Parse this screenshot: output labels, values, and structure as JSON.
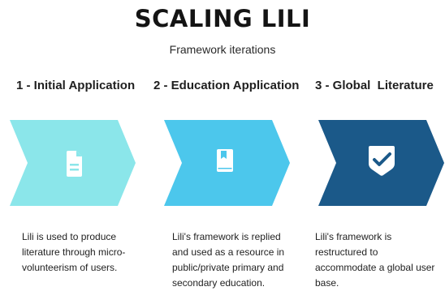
{
  "header": {
    "title": "SCALING LILI",
    "subtitle": "Framework iterations"
  },
  "steps": [
    {
      "title": "1 - Initial Application",
      "description": "Lili is used to produce literature through micro-volunteerism of users.",
      "color": "#8be6ea",
      "icon": "document-icon"
    },
    {
      "title": "2 - Education Application",
      "description": "Lili's framework is replied and used as a resource in public/private primary and secondary education.",
      "color": "#4cc7ec",
      "icon": "book-icon"
    },
    {
      "title": "3 - Global  Literature",
      "description": "Lili's framework is restructured to accommodate a global user base.",
      "color": "#1b5989",
      "icon": "badge-check-icon"
    }
  ]
}
